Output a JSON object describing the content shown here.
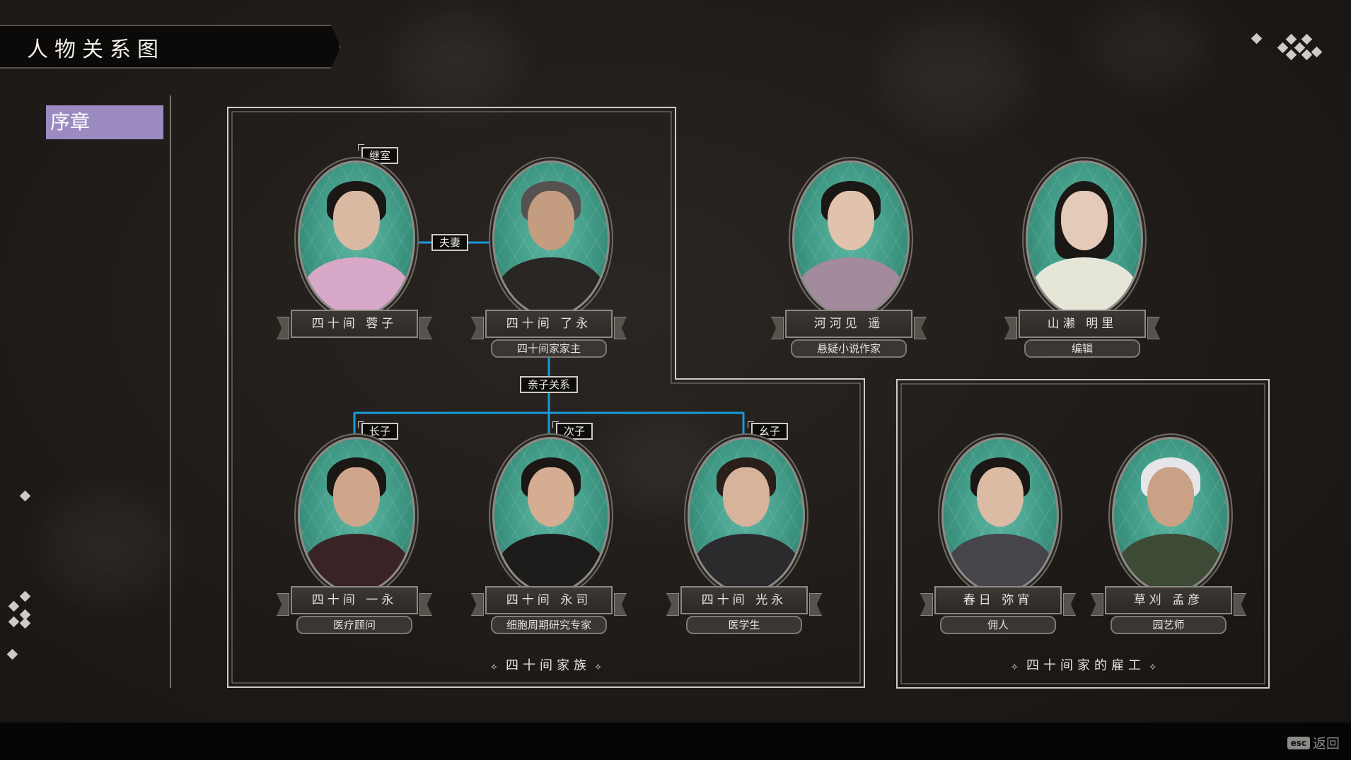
{
  "screen": {
    "title": "人物关系图",
    "chapter": "序章"
  },
  "groups": {
    "family": "四十间家族",
    "employees": "四十间家的雇工"
  },
  "relations": {
    "couple": "夫妻",
    "parent_child": "亲子关系",
    "second_wife": "继室",
    "eldest_son": "长子",
    "second_son": "次子",
    "youngest_son": "幺子"
  },
  "characters": [
    {
      "name": "四十间 蓉子",
      "role": ""
    },
    {
      "name": "四十间 了永",
      "role": "四十间家家主"
    },
    {
      "name": "河河见 遥",
      "role": "悬疑小说作家"
    },
    {
      "name": "山濑 明里",
      "role": "编辑"
    },
    {
      "name": "四十间 一永",
      "role": "医疗顾问"
    },
    {
      "name": "四十间 永司",
      "role": "细胞周期研究专家"
    },
    {
      "name": "四十间 光永",
      "role": "医学生"
    },
    {
      "name": "春日 弥宵",
      "role": "佣人"
    },
    {
      "name": "草刈 孟彦",
      "role": "园艺师"
    }
  ],
  "footer": {
    "esc_key": "esc",
    "back_label": "返回"
  },
  "colors": {
    "chapter_bg": "#9b8bc0",
    "connector": "#1a9ad8",
    "portrait_bg": "#4aa892"
  }
}
